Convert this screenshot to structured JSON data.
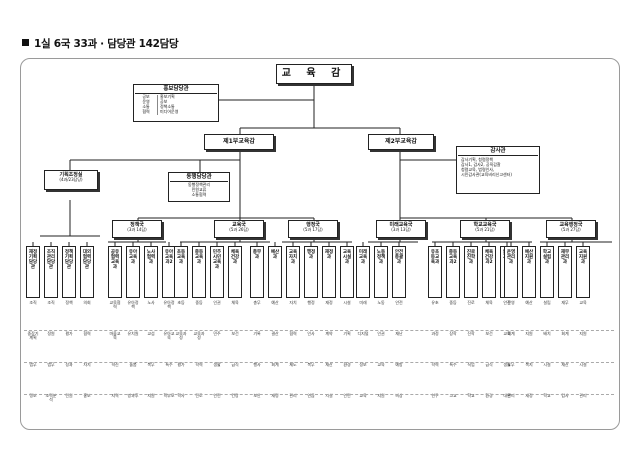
{
  "header": {
    "title": "1실 6국 33과 · 담당관 142담당"
  },
  "top": {
    "label": "교 육 감"
  },
  "pr_office": {
    "title": "홍보담당관",
    "rows": [
      {
        "name": "공보",
        "desc": "홍보기획"
      },
      {
        "name": "운영",
        "desc": "공보"
      },
      {
        "name": "소통",
        "desc": "정책소통"
      },
      {
        "name": "협력",
        "desc": "미디어운영"
      }
    ]
  },
  "deputies": {
    "first": "제1부교육감",
    "second": "제2부교육감"
  },
  "planning_office": {
    "title": "기획조정실",
    "sub": "(4과/23담당)"
  },
  "comm_office": {
    "title": "동행담당관",
    "lines": [
      "동행정책관리",
      "민원교류",
      "소통협력"
    ]
  },
  "audit_office": {
    "title": "감사관",
    "lines": [
      "감사기획, 청렴정책",
      "감사1, 감사2, 공직감찰",
      "청렴교육, 법령인사,",
      "시민감사관(교육비리신고센터)"
    ]
  },
  "bureaus": [
    {
      "name": "정책국",
      "sub": "(3과 14담)"
    },
    {
      "name": "교육국",
      "sub": "(5과 26담)"
    },
    {
      "name": "행정국",
      "sub": "(5과 17담)"
    },
    {
      "name": "미래교육국",
      "sub": "(3과 13담)"
    },
    {
      "name": "학교교육국",
      "sub": "(5과 21담)"
    },
    {
      "name": "교육행정국",
      "sub": "(5과 27담)"
    }
  ],
  "columns": [
    {
      "head": "재정기획담당관",
      "cells": [
        "조직",
        "중장기계획",
        "법무",
        "정보"
      ]
    },
    {
      "head": "조직관리담당관",
      "cells": [
        "조직",
        "정원",
        "법무",
        "조직분석"
      ]
    },
    {
      "head": "정책기획담당관",
      "cells": [
        "정책",
        "평가",
        "성과",
        "민원"
      ]
    },
    {
      "head": "대외협력담당관",
      "cells": [
        "의회",
        "협력",
        "자치",
        "홍보"
      ]
    },
    {
      "head": "공유협력교육과",
      "cells": [
        "교육협력",
        "마을교육",
        "혁신",
        "지역"
      ]
    },
    {
      "head": "유아교육과",
      "cells": [
        "유아정책",
        "유치원",
        "돌봄",
        "방과후"
      ]
    },
    {
      "head": "노사협력과",
      "cells": [
        "노사",
        "교섭",
        "복무",
        "지원"
      ]
    },
    {
      "head": "유아교육과2",
      "cells": [
        "유아정책",
        "유아교육",
        "특수",
        "학부모"
      ]
    },
    {
      "head": "초등교육과",
      "cells": [
        "초등",
        "교육과정",
        "평가",
        "학사"
      ]
    },
    {
      "head": "중등교육과",
      "cells": [
        "중등",
        "교육과정",
        "학력",
        "진로"
      ]
    },
    {
      "head": "민주시민교육과",
      "cells": [
        "인권",
        "민주",
        "생활",
        "안전"
      ]
    },
    {
      "head": "체육건강과",
      "cells": [
        "체육",
        "보건",
        "급식",
        "건강"
      ]
    },
    {
      "head": "총무과",
      "cells": [
        "총무",
        "기록",
        "행사",
        "보안"
      ]
    },
    {
      "head": "예산과",
      "cells": [
        "예산",
        "결산",
        "회계",
        "재정"
      ]
    },
    {
      "head": "교육자치과",
      "cells": [
        "자치",
        "협력",
        "제도",
        "관리"
      ]
    },
    {
      "head": "행정과",
      "cells": [
        "행정",
        "인사",
        "복무",
        "연금"
      ]
    },
    {
      "head": "재정과",
      "cells": [
        "재정",
        "계약",
        "재산",
        "시설"
      ]
    },
    {
      "head": "교육시설과",
      "cells": [
        "시설",
        "기획",
        "환경",
        "안전"
      ]
    },
    {
      "head": "미래교육과",
      "cells": [
        "미래",
        "디지털",
        "정보",
        "교육"
      ]
    },
    {
      "head": "노동정책과",
      "cells": [
        "노동",
        "인권",
        "교육",
        "지원"
      ]
    },
    {
      "head": "안전총괄과",
      "cells": [
        "안전",
        "재난",
        "예방",
        "비상"
      ]
    },
    {
      "head": "유초등교육과",
      "cells": [
        "유초",
        "과정",
        "학력",
        "연구"
      ]
    },
    {
      "head": "중등교육과2",
      "cells": [
        "중등",
        "장학",
        "특수",
        "고교"
      ]
    },
    {
      "head": "진로진학과",
      "cells": [
        "진로",
        "진학",
        "직업",
        "학교"
      ]
    },
    {
      "head": "체육건강과2",
      "cells": [
        "체육",
        "보건",
        "급식",
        "환경"
      ]
    },
    {
      "head": "안전교육과",
      "cells": [
        "안전",
        "교육",
        "생활",
        "대안"
      ]
    },
    {
      "head": "운영관리과",
      "cells": [
        "운영",
        "회계",
        "노무",
        "관리"
      ]
    },
    {
      "head": "예산지원과",
      "cells": [
        "예산",
        "지원",
        "복지",
        "재정"
      ]
    },
    {
      "head": "학교설립과",
      "cells": [
        "설립",
        "배치",
        "시설",
        "학교"
      ]
    },
    {
      "head": "재무관리과",
      "cells": [
        "재무",
        "회계",
        "재산",
        "감사"
      ]
    },
    {
      "head": "교육지원과",
      "cells": [
        "교육",
        "지원",
        "시설",
        "관리"
      ]
    }
  ],
  "colors": {
    "line": "#222222",
    "frame": "#9a9a9a"
  }
}
